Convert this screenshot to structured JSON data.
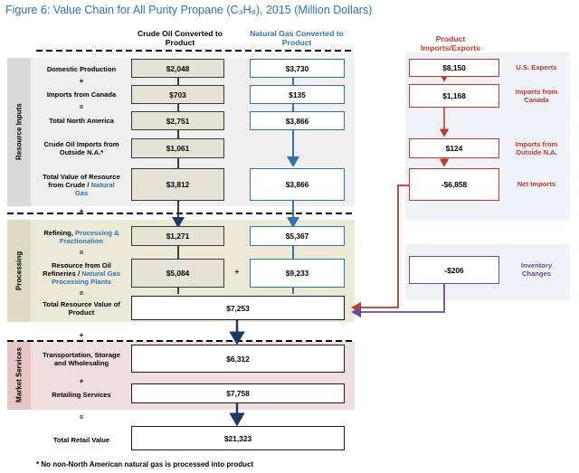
{
  "title": "Figure 6: Value Chain for All Purity Propane (C₃H₈), 2015 (Million Dollars)",
  "columns": {
    "crude": "Crude Oil Converted to Product",
    "gas": "Natural Gas Converted to Product",
    "trade": "Product Imports/Exports"
  },
  "sections": {
    "inputs": "Resource Inputs",
    "processing": "Processing",
    "market": "Market Services"
  },
  "rows": {
    "domestic": "Domestic Production",
    "canada": "Imports from Canada",
    "total_na": "Total North America",
    "crude_outside_1": "Crude Oil Imports from",
    "crude_outside_2": "Outside N.A.*",
    "total_value_1": "Total Value of Resource",
    "total_value_2": "from Crude / ",
    "total_value_3": "Natural",
    "total_value_4": "Gas",
    "refining_1": "Refining, ",
    "refining_2": "Processing &",
    "refining_3": "Fractionation",
    "resource_1": "Resource from Oil",
    "resource_2": "Refineries / ",
    "resource_3": "Natural Gas",
    "resource_4": "Processing Plants",
    "total_resource_1": "Total Resource Value of",
    "total_resource_2": "Product",
    "transport_1": "Transportation, Storage",
    "transport_2": "and Wholesaling",
    "retail": "Retailing Services",
    "total_retail": "Total Retail Value"
  },
  "values": {
    "crude_domestic": "$2,048",
    "gas_domestic": "$3,730",
    "crude_canada": "$703",
    "gas_canada": "$135",
    "crude_total_na": "$2,751",
    "gas_total_na": "$3,866",
    "crude_outside": "$1,061",
    "crude_total_value": "$3,812",
    "gas_total_value": "$3,866",
    "crude_refining": "$1,271",
    "gas_refining": "$5,367",
    "crude_resource": "$5,084",
    "gas_resource": "$9,233",
    "total_resource": "$7,253",
    "transport": "$6,312",
    "retail": "$7,758",
    "total_retail": "$21,323",
    "us_exports": "$8,150",
    "imports_canada": "$1,168",
    "imports_outside": "$124",
    "net_imports": "-$6,858",
    "inventory": "-$206"
  },
  "trade_labels": {
    "us_exports": "U.S. Exports",
    "imports_canada_1": "Imports from",
    "imports_canada_2": "Canada",
    "imports_outside_1": "Imports from",
    "imports_outside_2": "Outside N.A.",
    "net_imports": "Net Imports",
    "inventory_1": "Inventory",
    "inventory_2": "Changes"
  },
  "operators": {
    "plus": "+",
    "equals": "="
  },
  "footnote": "* No non-North American natural gas is processed into product",
  "colors": {
    "title_blue": "#2e74b5",
    "crude_fill": "#e6e3d6",
    "gas_border": "#2e74b5",
    "trade_red": "#c0392b",
    "inventory_purple": "#6a4a9a",
    "inputs_band": "#efefef",
    "processing_band": "#ecead7",
    "market_band": "#f1dede",
    "trade_band": "#eef2f7"
  }
}
